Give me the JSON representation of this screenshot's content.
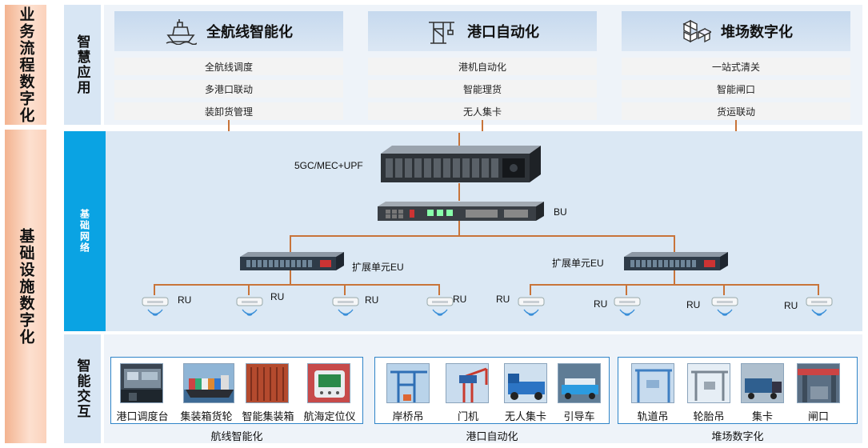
{
  "left_labels": {
    "business": "业务流程数字化",
    "infra": "基础设施数字化"
  },
  "section_labels": {
    "smart_app": "智慧应用",
    "base_network": "基础网络",
    "smart_interaction": "智能交互"
  },
  "cards": [
    {
      "title": "全航线智能化",
      "icon": "ship-icon",
      "items": [
        "全航线调度",
        "多港口联动",
        "装卸货管理"
      ]
    },
    {
      "title": "港口自动化",
      "icon": "crane-icon",
      "items": [
        "港机自动化",
        "智能理货",
        "无人集卡"
      ]
    },
    {
      "title": "堆场数字化",
      "icon": "cubes-icon",
      "items": [
        "一站式清关",
        "智能闸口",
        "货运联动"
      ]
    }
  ],
  "network": {
    "core_label": "5GC/MEC+UPF",
    "bu_label": "BU",
    "eu_label": "扩展单元EU",
    "ru_label": "RU"
  },
  "interaction_groups": [
    {
      "title": "航线智能化",
      "items": [
        "港口调度台",
        "集装箱货轮",
        "智能集装箱",
        "航海定位仪"
      ]
    },
    {
      "title": "港口自动化",
      "items": [
        "岸桥吊",
        "门机",
        "无人集卡",
        "引导车"
      ]
    },
    {
      "title": "堆场数字化",
      "items": [
        "轨道吊",
        "轮胎吊",
        "集卡",
        "闸口"
      ]
    }
  ],
  "colors": {
    "wire": "#c8743a",
    "accent_blue": "#0aa3e3",
    "card_bg": "#c6d9ee",
    "left_orange": "#f3b390"
  }
}
